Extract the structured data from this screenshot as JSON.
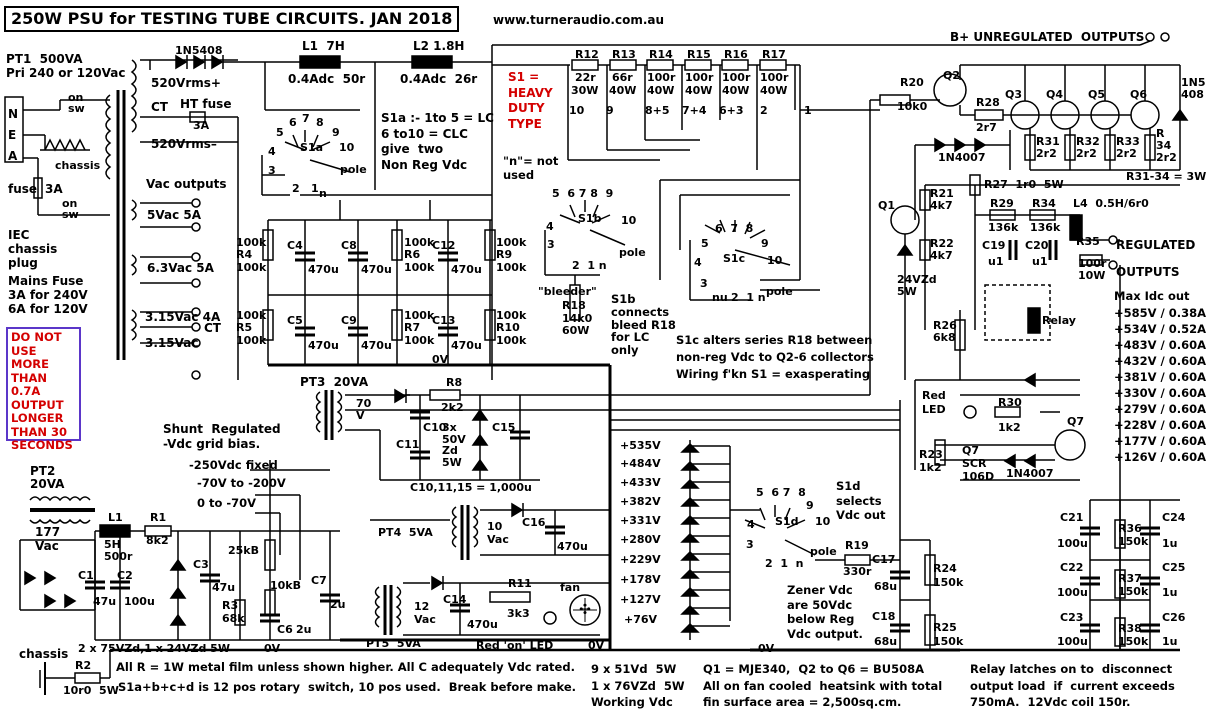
{
  "title": "250W PSU for TESTING TUBE CIRCUITS. JAN 2018",
  "url": "www.turneraudio.com.au",
  "pt1": {
    "name": "PT1  500VA",
    "line2": "Pri 240 or 120Vac",
    "sec_plus": "520Vrms+",
    "ct": "CT",
    "sec_minus": "520Vrms–",
    "ht_fuse": "HT fuse",
    "ht_fuse_val": "3A",
    "vac_outputs": "Vac outputs",
    "v5": "5Vac 5A",
    "v63": "6.3Vac 5A",
    "v315a": "3.15Vac 4A",
    "v315ct": "CT",
    "v315b": "3.15Vac"
  },
  "mains": {
    "n": "N",
    "e": "E",
    "a": "A",
    "chassis": "chassis",
    "on1": "on",
    "sw1": "sw",
    "on2": "on",
    "sw2": "sw",
    "fuse": "fuse",
    "fuse_val": "3A",
    "iec": "IEC\nchassis\nplug",
    "mains_fuse": "Mains Fuse\n3A for 240V\n6A for 120V"
  },
  "warning": "DO NOT USE MORE THAN 0.7A OUTPUT LONGER THAN 30 SECONDS",
  "diode_1n5408": "1N5408",
  "l1": {
    "name": "L1  7H",
    "rating": "0.4Adc  50r"
  },
  "l2": {
    "name": "L2 1.8H",
    "rating": "0.4Adc  26r"
  },
  "s1a_note": "S1a :- 1to 5 = LC\n6 to10 = CLC\ngive  two\nNon Reg Vdc",
  "s1_heavy": "S1 =\nHEAVY\nDUTY\nTYPE",
  "n_note": "\"n\"= not\nused",
  "bplus_unreg": "B+ UNREGULATED  OUTPUTS",
  "resistor_chain": [
    {
      "name": "R12",
      "v1": "22r",
      "v2": "30W",
      "pos": "10"
    },
    {
      "name": "R13",
      "v1": "66r",
      "v2": "40W",
      "pos": "9"
    },
    {
      "name": "R14",
      "v1": "100r",
      "v2": "40W",
      "pos": "8+5"
    },
    {
      "name": "R15",
      "v1": "100r",
      "v2": "40W",
      "pos": "7+4"
    },
    {
      "name": "R16",
      "v1": "100r",
      "v2": "40W",
      "pos": "6+3"
    },
    {
      "name": "R17",
      "v1": "100r",
      "v2": "40W",
      "pos": "2"
    }
  ],
  "pos1": "1",
  "reg": {
    "r20": "R20",
    "r20v": "10k0",
    "q2": "Q2",
    "r28": "R28",
    "r28v": "2r7",
    "q3": "Q3",
    "q4": "Q4",
    "q5": "Q5",
    "q6": "Q6",
    "d1n5408": "1N5\n408",
    "r31": "R31\n2r2",
    "r32": "R32\n2r2",
    "r33": "R33\n2r2",
    "r34": "R\n34\n2r2",
    "d1n4007": "1N4007",
    "r3134": "R31-34 = 3W",
    "r27": "R27  1r0  5W",
    "q1": "Q1",
    "r21": "R21\n4k7",
    "r22": "R22\n4k7",
    "zd24": "24VZd\n5W",
    "r29": "R29",
    "r29v": "136k",
    "r34b": "R34",
    "r34bv": "136k",
    "l4": "L4  0.5H/6r0",
    "c19": "C19",
    "c19v": "u1",
    "c20": "C20",
    "c20v": "u1",
    "r35": "R35",
    "r35v": "100r\n10W",
    "regulated": "REGULATED\nOUTPUTS",
    "relay": "Relay",
    "r26": "R26\n6k8"
  },
  "max_idc": [
    "Max Idc out",
    "+585V / 0.38A",
    "+534V / 0.52A",
    "+483V / 0.60A",
    "+432V / 0.60A",
    "+381V / 0.60A",
    "+330V / 0.60A",
    "+279V / 0.60A",
    "+228V / 0.60A",
    "+177V / 0.60A",
    "+126V / 0.60A"
  ],
  "s1a": {
    "p5": "5",
    "p6": "6",
    "p7": "7",
    "p8": "8",
    "p9": "9",
    "p4": "4",
    "p10": "10",
    "p3": "3",
    "p2": "2",
    "p1": "1",
    "pn": "n",
    "label": "S1a",
    "pole": "pole"
  },
  "s1b": {
    "label": "S1b",
    "pole": "pole",
    "nums": "5  6 7 8  9",
    "p4": "4",
    "p10": "10",
    "p3": "3",
    "p21n": "2  1 n",
    "bleeder": "\"bleeder\"",
    "r18": "R18\n14k0\n60W",
    "s1b_note": "S1b\nconnects\nbleed R18\nfor LC\nonly"
  },
  "s1c": {
    "label": "S1c",
    "pole": "pole",
    "nums": "6  7  8",
    "p5": "5",
    "p9": "9",
    "p4": "4",
    "p10": "10",
    "p3": "3",
    "p21n": "2  1 n",
    "nu": "nu",
    "note": "S1c alters series R18 between\nnon-reg Vdc to Q2-6 collectors\nWiring f'kn S1 = exasperating"
  },
  "caps": {
    "c4": "C4",
    "c8": "C8",
    "c12": "C12",
    "c5": "C5",
    "c9": "C9",
    "c13": "C13",
    "v470": "470u"
  },
  "res": {
    "r4": "100k\nR4\n100k",
    "r6": "100k\nR6\n100k",
    "r9": "100k\nR9\n100k",
    "r5": "100k\nR5\n100k",
    "r7": "100k\nR7\n100k",
    "r10": "100k\nR10\n100k",
    "zero_v": "0V"
  },
  "pt3": {
    "name": "PT3  20VA",
    "v70": "70\nV",
    "r8": "R8",
    "r8v": "2k2",
    "c10": "C10",
    "c11": "C11",
    "zd": "3x\n50V\nZd\n5W",
    "c15": "C15",
    "caps_note": "C10,11,15 = 1,000u"
  },
  "shunt": "Shunt  Regulated\n-Vdc grid bias.",
  "bias": {
    "m250": "-250Vdc fixed",
    "m70_200": "-70V to -200V",
    "z_70": "0 to -70V",
    "r25k": "25kB",
    "c3": "C3",
    "c3v": "47u",
    "r3": "R3\n68k",
    "r10k": "10kB",
    "c6": "C6",
    "c6v": "2u",
    "c7": "C7",
    "c7v": "2u",
    "zv": "0V"
  },
  "pt2": {
    "name": "PT2\n20VA",
    "vac": "177\nVac",
    "l1b": "L1",
    "l1bv": "5H\n500r",
    "r1": "R1",
    "r1v": "8k2",
    "c1": "C1",
    "c1v": "47u",
    "c2": "C2",
    "c2v": "100u",
    "zd": "2 x 75VZd,1 x 24VZd 5W"
  },
  "pt4": {
    "name": "PT4  5VA",
    "vac": "10\nVac",
    "c16": "C16",
    "c16v": "470u"
  },
  "pt5": {
    "name": "PT5  5VA",
    "vac": "12\nVac",
    "c14": "C14",
    "c14v": "470u",
    "r11": "R11",
    "r11v": "3k3",
    "fan": "fan",
    "led": "Red 'on' LED",
    "zv": "0V"
  },
  "scr": {
    "red_led": "Red\nLED",
    "r30": "R30",
    "r30v": "1k2",
    "q7": "Q7",
    "r23": "R23\n1k2",
    "q7b": "Q7\nSCR\n106D",
    "d1n4007": "1N4007"
  },
  "zener_vdc": [
    "+535V",
    "+484V",
    "+433V",
    "+382V",
    "+331V",
    "+280V",
    "+229V",
    "+178V",
    "+127V",
    "+76V"
  ],
  "s1d": {
    "label": "S1d",
    "pole": "pole",
    "nums": "5  6 7  8",
    "p4": "4",
    "p9": "9",
    "p10": "10",
    "p3": "3",
    "p21n": "2  1  n",
    "note": "S1d\nselects\nVdc out",
    "r19": "R19",
    "r19v": "330r",
    "c17": "C17",
    "c17v": "68u",
    "c18": "C18",
    "c18v": "68u",
    "r24": "R24\n150k",
    "r25": "R25\n150k",
    "zener_note": "Zener Vdc\nare 50Vdc\nbelow Reg\nVdc output.",
    "zv": "0V"
  },
  "out_caps": {
    "c21": "C21",
    "c21v": "100u",
    "r36": "R36\n150k",
    "c24": "C24",
    "c24v": "1u",
    "c22": "C22",
    "c22v": "100u",
    "r37": "R37\n150k",
    "c25": "C25",
    "c25v": "1u",
    "c23": "C23",
    "c23v": "100u",
    "r38": "R38\n150k",
    "c26": "C26",
    "c26v": "1u"
  },
  "chassis_bot": "chassis",
  "r2": {
    "name": "R2",
    "val": "10r0  5W"
  },
  "notes": {
    "all_r": "All R = 1W metal film unless shown higher. All C adequately Vdc rated.",
    "s1_switch": "S1a+b+c+d is 12 pos rotary  switch, 10 pos used.  Break before make.",
    "zeners": "9 x 51Vd  5W\n1 x 76VZd  5W\nWorking Vdc",
    "transistors": "Q1 = MJE340,  Q2 to Q6 = BU508A\nAll on fan cooled  heatsink with total\nfin surface area = 2,500sq.cm.",
    "relay": "Relay latches on to  disconnect\noutput load  if  current exceeds\n750mA.  12Vdc coil 150r."
  }
}
